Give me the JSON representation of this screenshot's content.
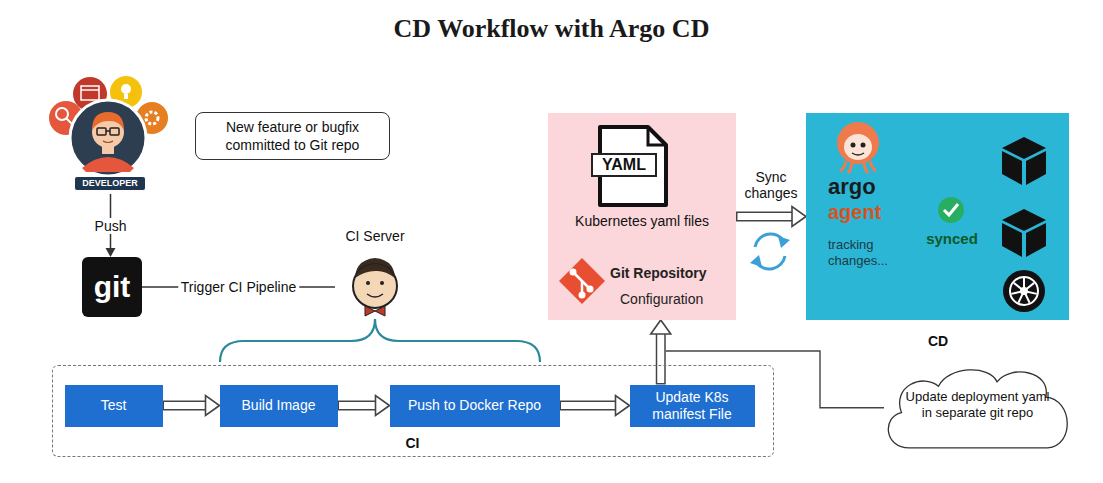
{
  "diagram": {
    "title": "CD Workflow with Argo CD",
    "nodes": [
      {
        "text": [
          "DEVELOPER"
        ]
      },
      {
        "text": [
          "New feature or bugfix committed to Git repo"
        ]
      },
      {
        "text": [
          "git"
        ]
      },
      {
        "text": [
          "CI Server"
        ]
      },
      {
        "text": [
          "CI"
        ]
      },
      {
        "text": [
          "Test"
        ],
        "in": 4
      },
      {
        "text": [
          "Build Image"
        ],
        "in": 4
      },
      {
        "text": [
          "Push to Docker Repo"
        ],
        "in": 4
      },
      {
        "text": [
          "Update K8s manifest File"
        ],
        "in": 4
      },
      {
        "text": [
          "YAML",
          "Kubernetes yaml files",
          "Git Repository",
          "Configuration"
        ]
      },
      {
        "text": [
          "argo",
          "agent",
          "tracking changes...",
          "synced",
          "CD"
        ]
      },
      {
        "text": [
          "Update deployment yaml in separate git repo"
        ]
      }
    ],
    "edges": [
      {
        "from": 0,
        "to": 2,
        "label": "Push",
        "arrow": "to"
      },
      {
        "from": 2,
        "to": 3,
        "label": "Trigger CI Pipeline",
        "arrow": "none"
      },
      {
        "from": 5,
        "to": 6,
        "arrow": "to"
      },
      {
        "from": 6,
        "to": 7,
        "arrow": "to"
      },
      {
        "from": 7,
        "to": 8,
        "arrow": "to"
      },
      {
        "from": 8,
        "to": 9,
        "arrow": "to"
      },
      {
        "from": 9,
        "to": 10,
        "label": "Sync changes",
        "arrow": "to"
      }
    ]
  }
}
